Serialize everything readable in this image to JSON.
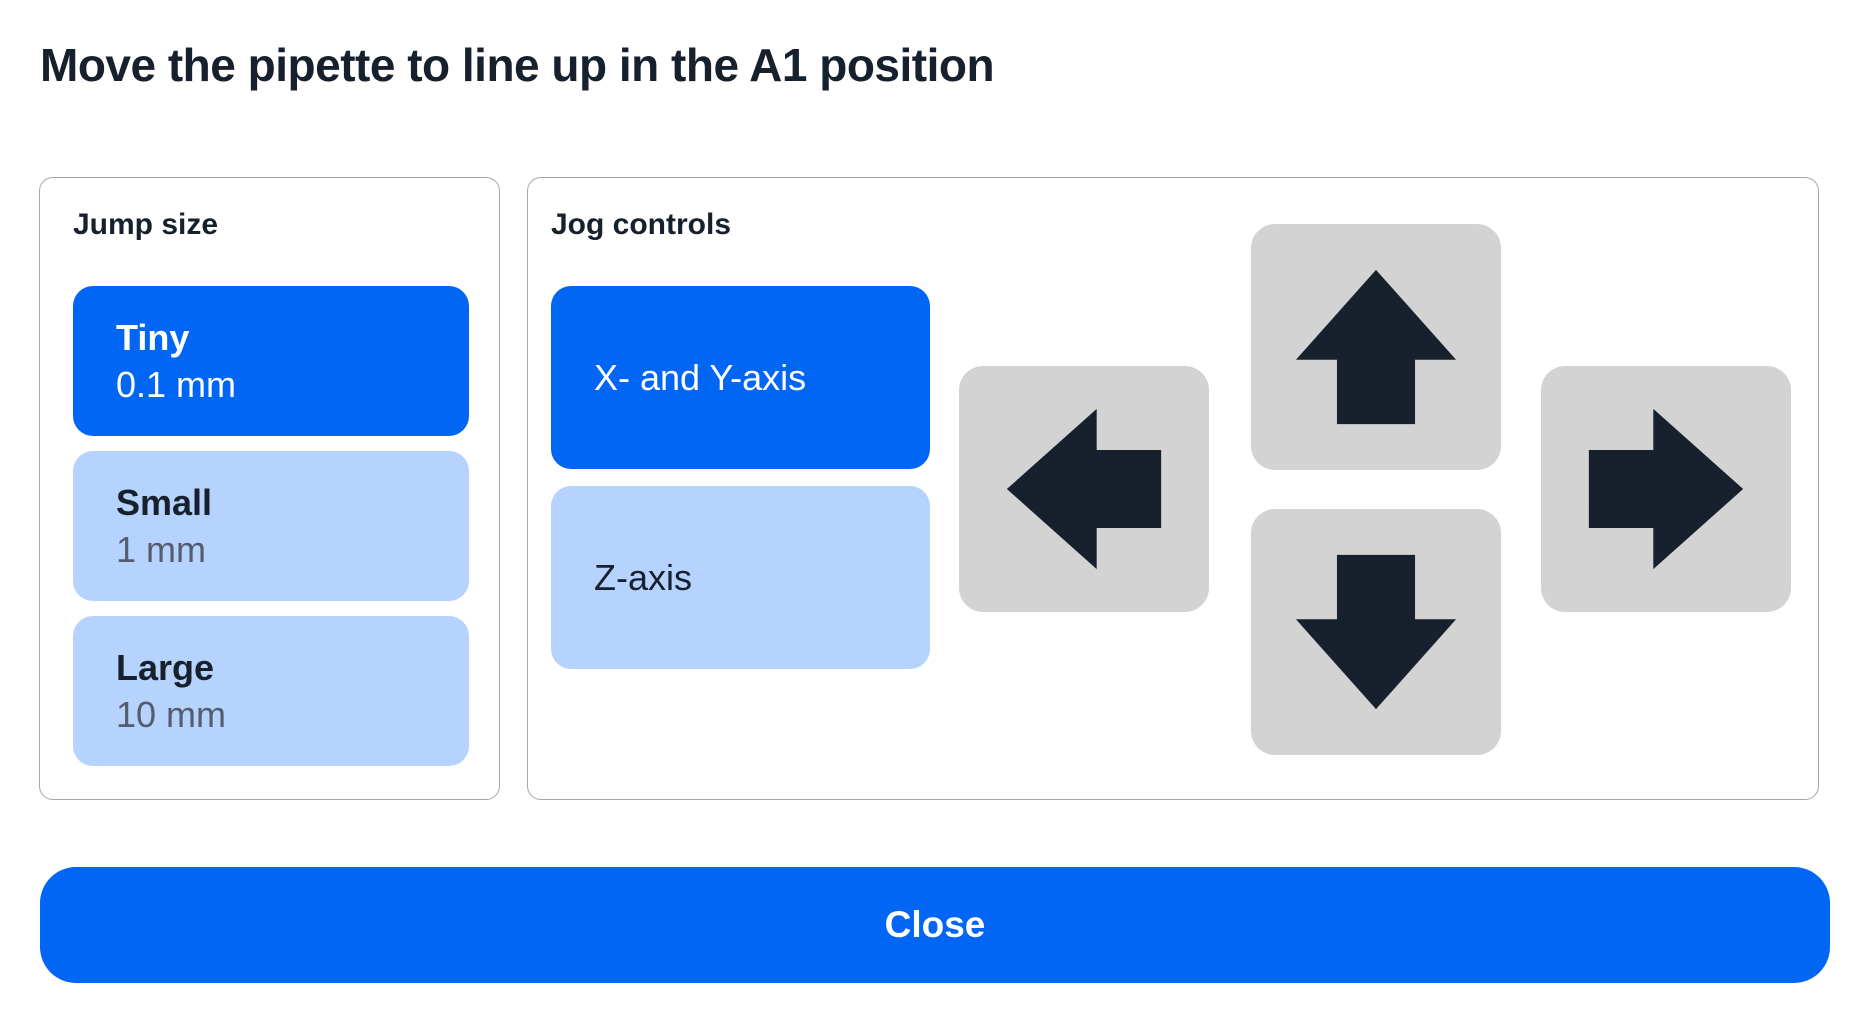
{
  "title": "Move the pipette to line up in the A1 position",
  "jump_size": {
    "label": "Jump size",
    "options": [
      {
        "name": "Tiny",
        "value": "0.1 mm",
        "selected": true
      },
      {
        "name": "Small",
        "value": "1 mm",
        "selected": false
      },
      {
        "name": "Large",
        "value": "10 mm",
        "selected": false
      }
    ]
  },
  "jog_controls": {
    "label": "Jog controls",
    "axes": [
      {
        "name": "X- and Y-axis",
        "selected": true
      },
      {
        "name": "Z-axis",
        "selected": false
      }
    ],
    "arrows": [
      {
        "direction": "up"
      },
      {
        "direction": "left"
      },
      {
        "direction": "right"
      },
      {
        "direction": "down"
      }
    ]
  },
  "footer": {
    "close_label": "Close"
  },
  "colors": {
    "accent_blue": "#0266F5",
    "light_blue": "#B6D3FF",
    "ink": "#16212D",
    "key_gray": "#D3D3D4",
    "sub_text_gray": "#535D6D",
    "panel_border": "#A3A7AD",
    "background": "#FFFFFF"
  }
}
